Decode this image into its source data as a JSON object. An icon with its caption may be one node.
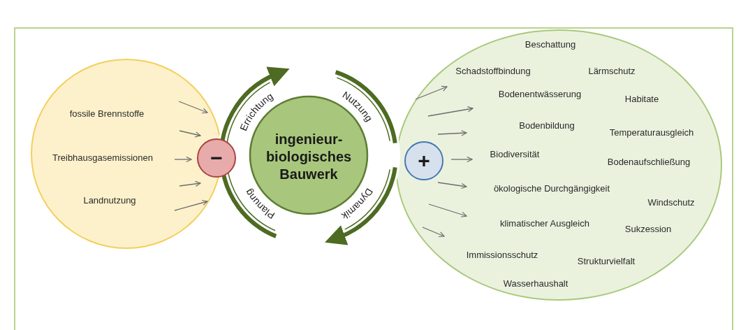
{
  "diagram": {
    "nodes": [
      {
        "text": [
          "fossile Brennstoffe",
          "Treibhausgasemissionen",
          "Landnutzung"
        ]
      },
      {
        "text": [
          "−"
        ],
        "in": 0
      },
      {
        "text": [
          "Errichtung",
          "Nutzung",
          "ingenieur- biologisches Bauwerk",
          "Planung",
          "Dynamik"
        ]
      },
      {
        "text": [
          "Beschattung",
          "Schadstoffbindung",
          "Lärmschutz",
          "Bodenentwässerung",
          "Habitate",
          "Bodenbildung",
          "Temperaturausgleich",
          "Biodiversität",
          "Bodenaufschließung",
          "ökologische Durchgängigkeit",
          "Windschutz",
          "klimatischer Ausgleich",
          "Sukzession",
          "Immissionsschutz",
          "Strukturvielfalt",
          "Wasserhaushalt"
        ]
      },
      {
        "text": [
          "+"
        ],
        "in": 3
      }
    ]
  }
}
